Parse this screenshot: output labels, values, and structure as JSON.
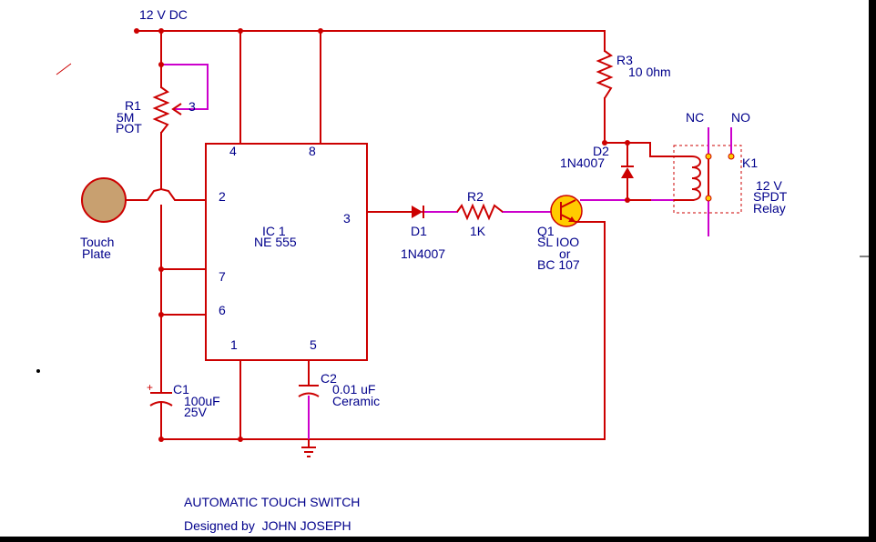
{
  "supply": {
    "label": "12 V DC"
  },
  "r1": {
    "ref": "R1",
    "value": "5M",
    "type": "POT",
    "wiper_pin": "3"
  },
  "r2": {
    "ref": "R2",
    "value": "1K"
  },
  "r3": {
    "ref": "R3",
    "value": "10 0hm"
  },
  "c1": {
    "ref": "C1",
    "value": "100uF",
    "voltage": "25V"
  },
  "c2": {
    "ref": "C2",
    "value": "0.01 uF",
    "type": "Ceramic"
  },
  "d1": {
    "ref": "D1",
    "part": "1N4007"
  },
  "d2": {
    "ref": "D2",
    "part": "1N4007"
  },
  "q1": {
    "ref": "Q1",
    "part_line1": "SL IOO",
    "part_line2": "or",
    "part_line3": "BC 107"
  },
  "touch_plate": {
    "line1": "Touch",
    "line2": "Plate"
  },
  "ic": {
    "ref": "IC 1",
    "part": "NE 555",
    "pins": {
      "p1": "1",
      "p2": "2",
      "p3": "3",
      "p4": "4",
      "p5": "5",
      "p6": "6",
      "p7": "7",
      "p8": "8"
    }
  },
  "relay": {
    "ref": "K1",
    "nc": "NC",
    "no": "NO",
    "line1": "12 V",
    "line2": "SPDT",
    "line3": "Relay"
  },
  "footer": {
    "title": "AUTOMATIC TOUCH SWITCH",
    "credit": "Designed by  JOHN JOSEPH"
  },
  "colors": {
    "wire": "#cc0000",
    "lead": "#cc00cc",
    "text": "#00008b",
    "transistor": "#ffcc00",
    "plate": "#c8a070"
  }
}
